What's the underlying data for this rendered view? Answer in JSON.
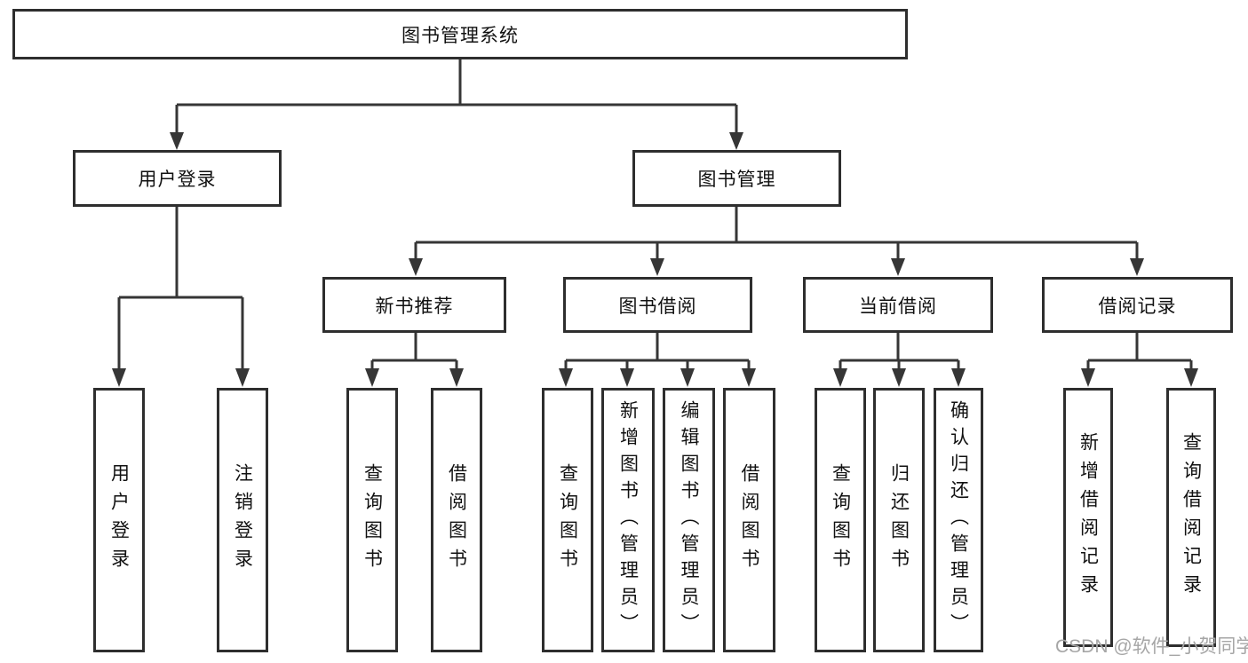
{
  "root": {
    "label": "图书管理系统"
  },
  "level2": {
    "user_login": {
      "label": "用户登录",
      "children": [
        {
          "label": "用户登录"
        },
        {
          "label": "注销登录"
        }
      ]
    },
    "book_mgmt": {
      "label": "图书管理",
      "sections": [
        {
          "label": "新书推荐",
          "children": [
            {
              "label": "查询图书"
            },
            {
              "label": "借阅图书"
            }
          ]
        },
        {
          "label": "图书借阅",
          "children": [
            {
              "label": "查询图书"
            },
            {
              "label": "新增图书（管理员）"
            },
            {
              "label": "编辑图书（管理员）"
            },
            {
              "label": "借阅图书"
            }
          ]
        },
        {
          "label": "当前借阅",
          "children": [
            {
              "label": "查询图书"
            },
            {
              "label": "归还图书"
            },
            {
              "label": "确认归还（管理员）"
            }
          ]
        },
        {
          "label": "借阅记录",
          "children": [
            {
              "label": "新增借阅记录"
            },
            {
              "label": "查询借阅记录"
            }
          ]
        }
      ]
    }
  },
  "watermark": "CSDN @软件_小贺同学",
  "colors": {
    "line": "#363636",
    "border": "#2e2e2e",
    "text": "#111111",
    "watermark": "#a6a6a6",
    "background": "#ffffff"
  }
}
